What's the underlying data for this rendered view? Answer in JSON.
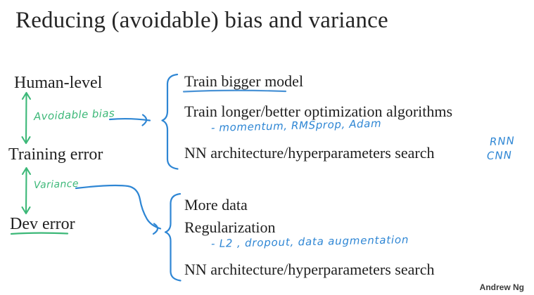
{
  "slide": {
    "title": "Reducing (avoidable) bias and variance",
    "background_color": "#ffffff",
    "text_color": "#1f1f1f"
  },
  "ink_colors": {
    "green": "#3cb878",
    "blue": "#2e86d4"
  },
  "error_levels": [
    {
      "id": "human-level",
      "label": "Human-level"
    },
    {
      "id": "training-error",
      "label": "Training error"
    },
    {
      "id": "dev-error",
      "label": "Dev error",
      "underlined": "green"
    }
  ],
  "gap_annotations": [
    {
      "id": "avoidable-bias",
      "label": "Avoidable bias",
      "color": "#3cb878",
      "between": "Human-level and Training error"
    },
    {
      "id": "variance",
      "label": "Variance",
      "color": "#3cb878",
      "between": "Training error and Dev error"
    }
  ],
  "bias_remedies": {
    "brace": "left-curly-brace",
    "items": [
      {
        "label": "Train bigger model",
        "underlined": "blue"
      },
      {
        "label": "Train longer/better optimization algorithms"
      },
      {
        "label": "NN architecture/hyperparameters search"
      }
    ],
    "handwritten_notes": [
      {
        "id": "optimizers",
        "text": "- momentum, RMSprop, Adam",
        "color": "#2e86d4"
      },
      {
        "id": "rnn",
        "text": "RNN",
        "color": "#2e86d4"
      },
      {
        "id": "cnn",
        "text": "CNN",
        "color": "#2e86d4"
      }
    ]
  },
  "variance_remedies": {
    "brace": "left-curly-brace",
    "items": [
      {
        "label": "More data"
      },
      {
        "label": "Regularization"
      },
      {
        "label": "NN architecture/hyperparameters search"
      }
    ],
    "handwritten_notes": [
      {
        "id": "regularizers",
        "text": "- L2 , dropout, data augmentation",
        "color": "#2e86d4"
      }
    ]
  },
  "watermark": {
    "text": "Andrew Ng"
  }
}
